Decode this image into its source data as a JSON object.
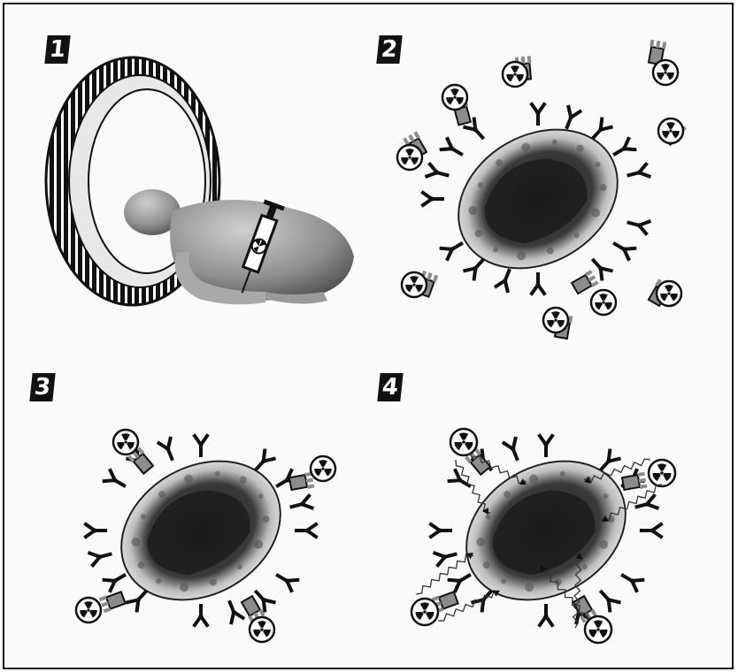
{
  "panels": [
    {
      "number": "1"
    },
    {
      "number": "2"
    },
    {
      "number": "3"
    },
    {
      "number": "4"
    }
  ],
  "icons": {
    "radiation": "radiation-icon",
    "antibody": "antibody-icon",
    "syringe": "syringe-icon"
  },
  "colors": {
    "ink": "#111111",
    "tumor_dark": "#2b2b2b",
    "tumor_light": "#e9e9e9",
    "antibody_grey": "#8c8c8c"
  }
}
